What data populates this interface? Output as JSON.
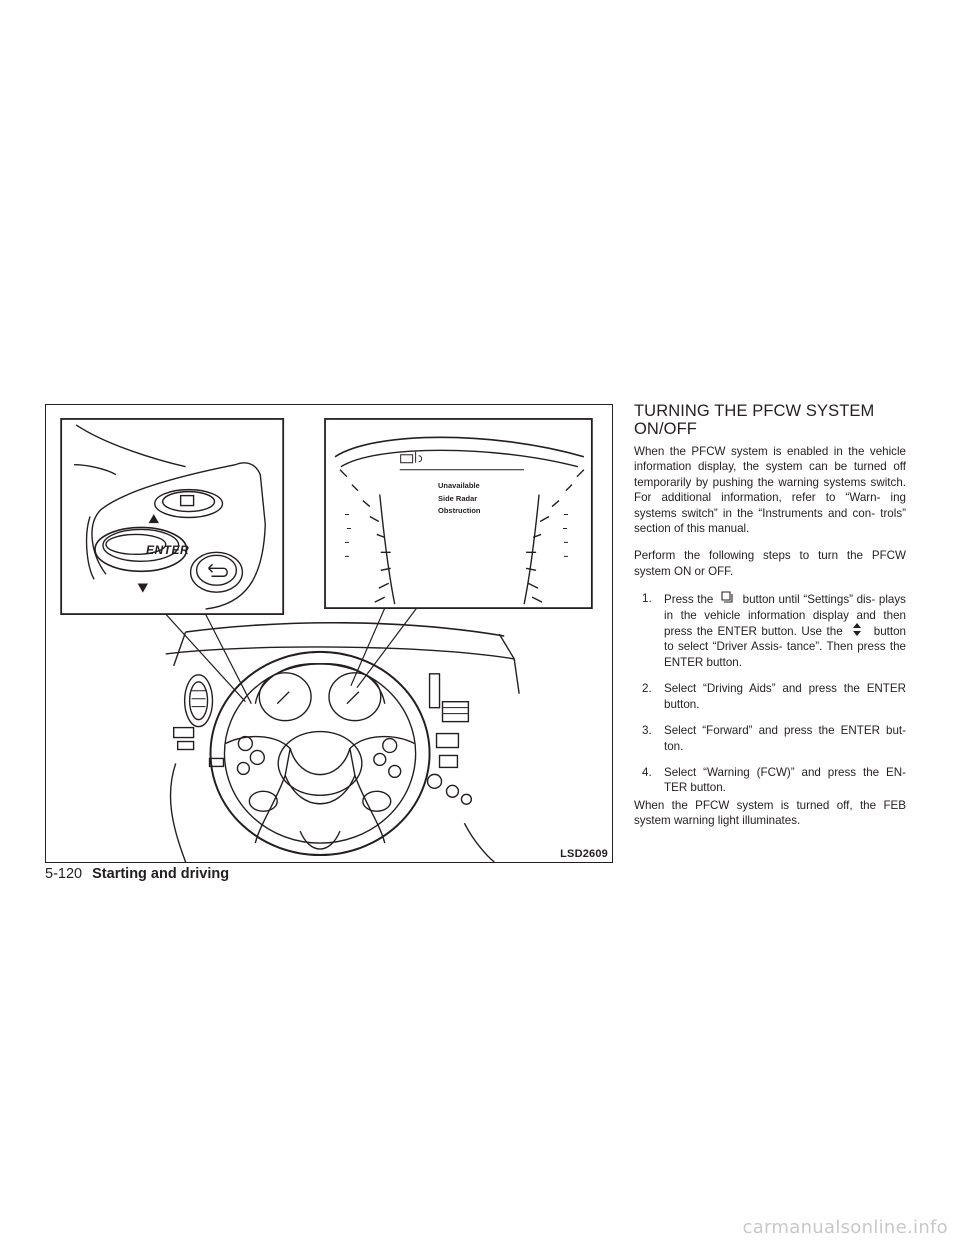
{
  "figure": {
    "code": "LSD2609",
    "switch_label": "ENTER",
    "display_lines": [
      "Unavailable",
      "Side Radar",
      "Obstruction"
    ]
  },
  "section": {
    "heading_line1": "TURNING THE PFCW SYSTEM",
    "heading_line2": "ON/OFF",
    "para1": "When the PFCW system is enabled in the vehicle information display, the system can be turned off temporarily by pushing the warning systems switch. For additional information, refer to “Warn- ing systems switch” in the “Instruments and con- trols” section of this manual.",
    "para2": "Perform the following steps to turn the PFCW system ON or OFF.",
    "steps": [
      {
        "num": "1.",
        "a": "Press the",
        "b": "button until “Settings” dis- plays in the vehicle information display and then press the ENTER button. Use the",
        "c": "button to select “Driver Assis- tance”. Then press the ENTER button."
      },
      {
        "num": "2.",
        "text": "Select “Driving Aids” and press the ENTER button."
      },
      {
        "num": "3.",
        "text": "Select “Forward” and press the ENTER but- ton."
      },
      {
        "num": "4.",
        "text": "Select “Warning (FCW)” and press the EN- TER button."
      }
    ],
    "para3": "When the PFCW system is turned off, the FEB system warning light illuminates."
  },
  "footer": {
    "page_number": "5-120",
    "section_title": "Starting and driving"
  },
  "watermark": "carmanualsonline.info",
  "icons": [
    "menu-button-icon",
    "up-down-arrow-icon",
    "back-button-icon",
    "radar-warning-icon"
  ]
}
